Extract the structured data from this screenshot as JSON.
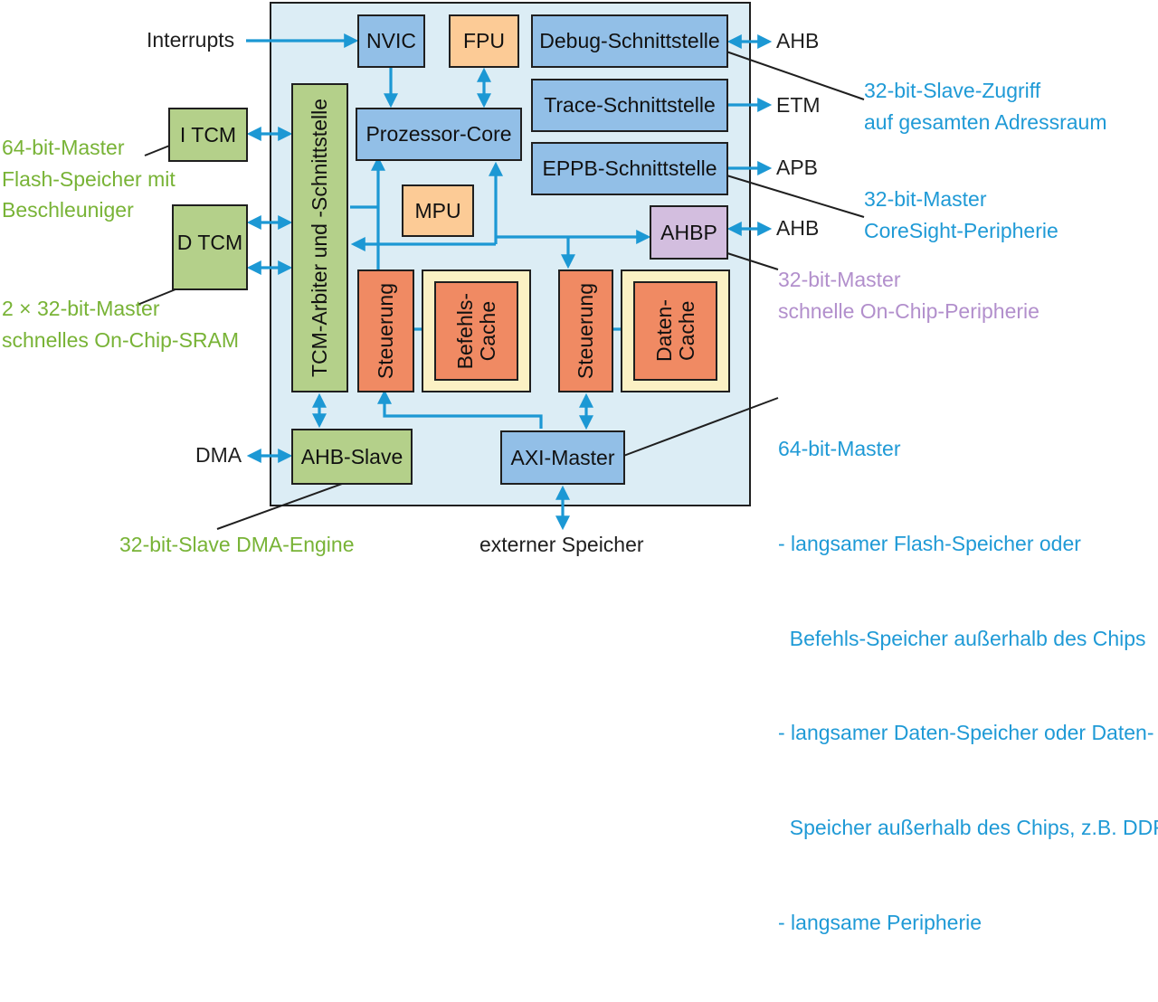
{
  "blocks": {
    "nvic": "NVIC",
    "fpu": "FPU",
    "debug": "Debug-Schnittstelle",
    "trace": "Trace-Schnittstelle",
    "core": "Prozessor-Core",
    "eppb": "EPPB-Schnittstelle",
    "mpu": "MPU",
    "ahbp": "AHBP",
    "tcm_arbiter": "TCM-Arbiter und -Schnittstelle",
    "itcm": "I TCM",
    "dtcm": "D TCM",
    "steuerung_i": "Steuerung",
    "befehls_cache": "Befehls-\nCache",
    "steuerung_d": "Steuerung",
    "daten_cache": "Daten-\nCache",
    "ahb_slave": "AHB-Slave",
    "axi_master": "AXI-Master"
  },
  "signals": {
    "interrupts": "Interrupts",
    "ahb_debug": "AHB",
    "etm": "ETM",
    "apb": "APB",
    "ahb_ahbp": "AHB",
    "dma": "DMA",
    "external_memory": "externer Speicher"
  },
  "annotations": {
    "debug_slave": [
      "32-bit-Slave-Zugriff",
      "auf gesamten Adressraum"
    ],
    "coresight": [
      "32-bit-Master",
      "CoreSight-Peripherie"
    ],
    "onchip_periph": [
      "32-bit-Master",
      "schnelle On-Chip-Peripherie"
    ],
    "itcm_note": [
      "64-bit-Master",
      "Flash-Speicher mit",
      "Beschleuniger"
    ],
    "dtcm_note": [
      "2 × 32-bit-Master",
      "schnelles On-Chip-SRAM"
    ],
    "axi_note": [
      "64-bit-Master",
      "- langsamer Flash-Speicher oder",
      "  Befehls-Speicher außerhalb des Chips",
      "- langsamer Daten-Speicher oder Daten-",
      "  Speicher außerhalb des Chips, z.B. DDR",
      "- langsame Peripherie"
    ],
    "dma_engine": "32-bit-Slave DMA-Engine"
  },
  "colors": {
    "block_blue": "#92bfe7",
    "block_orange": "#fccb96",
    "block_green": "#b4d08a",
    "block_purple": "#d3bedf",
    "block_red": "#f08a63",
    "cache_frame": "#fbf1c4",
    "chip_background": "#dcedf5",
    "arrow": "#1c98d4",
    "annotation_blue": "#1f9ad6",
    "annotation_green": "#78b336",
    "annotation_purple": "#b28fcc"
  }
}
